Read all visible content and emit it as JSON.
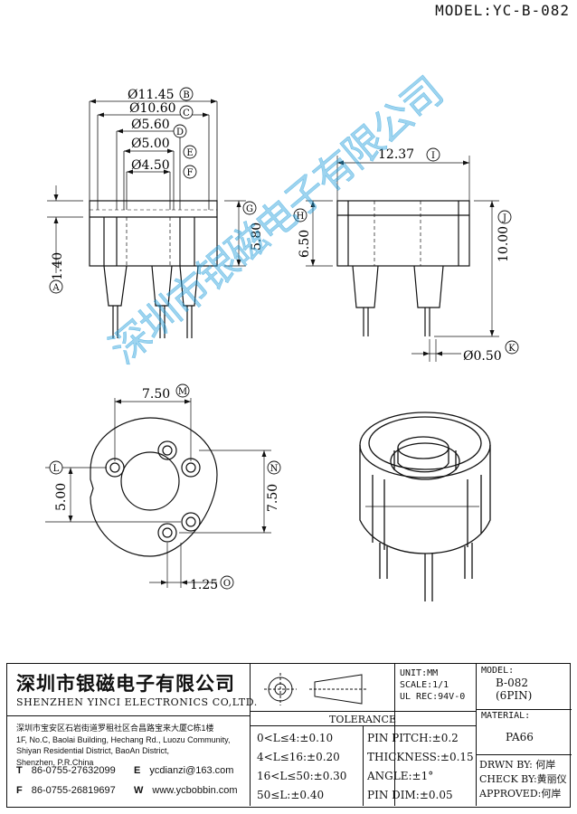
{
  "header": {
    "model": "MODEL:YC-B-082"
  },
  "front_view": {
    "dims": [
      {
        "text": "Ø11.45",
        "tag": "B"
      },
      {
        "text": "Ø10.60",
        "tag": "C"
      },
      {
        "text": "Ø5.60",
        "tag": "D"
      },
      {
        "text": "Ø5.00",
        "tag": "E"
      },
      {
        "text": "Ø4.50",
        "tag": "F"
      },
      {
        "text": "5.80",
        "tag": "G"
      },
      {
        "text": "1.40",
        "tag": "A"
      }
    ]
  },
  "side_view": {
    "dims": [
      {
        "text": "12.37",
        "tag": "I"
      },
      {
        "text": "6.50",
        "tag": "H"
      },
      {
        "text": "10.00",
        "tag": "J"
      },
      {
        "text": "Ø0.50",
        "tag": "K"
      }
    ]
  },
  "bottom_view": {
    "dims": [
      {
        "text": "7.50",
        "tag": "M"
      },
      {
        "text": "5.00",
        "tag": "L"
      },
      {
        "text": "7.50",
        "tag": "N"
      },
      {
        "text": "1.25",
        "tag": "O"
      }
    ]
  },
  "watermark": "深圳市银磁电子有限公司",
  "title_block": {
    "company_cn": "深圳市银磁电子有限公司",
    "company_en": "SHENZHEN YINCI ELECTRONICS CO,LTD.",
    "address_cn": "深圳市宝安区石岩街道罗租社区合昌路宝来大厦C栋1楼",
    "address_en_1": "1F, No.C, Baolai Building, Hechang Rd., Luozu Community,",
    "address_en_2": "Shiyan Residential District, BaoAn District,",
    "address_en_3": "Shenzhen, P.R.China",
    "tel_label": "T",
    "tel": "86-0755-27632099",
    "fax_label": "F",
    "fax": "86-0755-26819697",
    "email_label": "E",
    "email": "ycdianzi@163.com",
    "web_label": "W",
    "web": "www.ycbobbin.com",
    "unit": "UNIT:MM",
    "scale": "SCALE:1/1",
    "ul_rec": "UL REC:94V-0",
    "model_title": "MODEL:",
    "model_value": "B-082",
    "model_pins": "(6PIN)",
    "material_title": "MATERIAL:",
    "material_value": "PA66",
    "tolerance_title": "TOLERANCE",
    "tol_left": [
      "0<L≤4:±0.10",
      "4<L≤16:±0.20",
      "16<L≤50:±0.30",
      "50≤L:±0.40"
    ],
    "tol_right": [
      "PIN PITCH:±0.2",
      "THICKNESS:±0.15",
      "ANGLE:±1°",
      "PIN DIM:±0.05"
    ],
    "drawn_by": "DRWN BY: 何岸",
    "check_by": "CHECK BY:黄丽仪",
    "approved": "APPROVED:何岸"
  }
}
